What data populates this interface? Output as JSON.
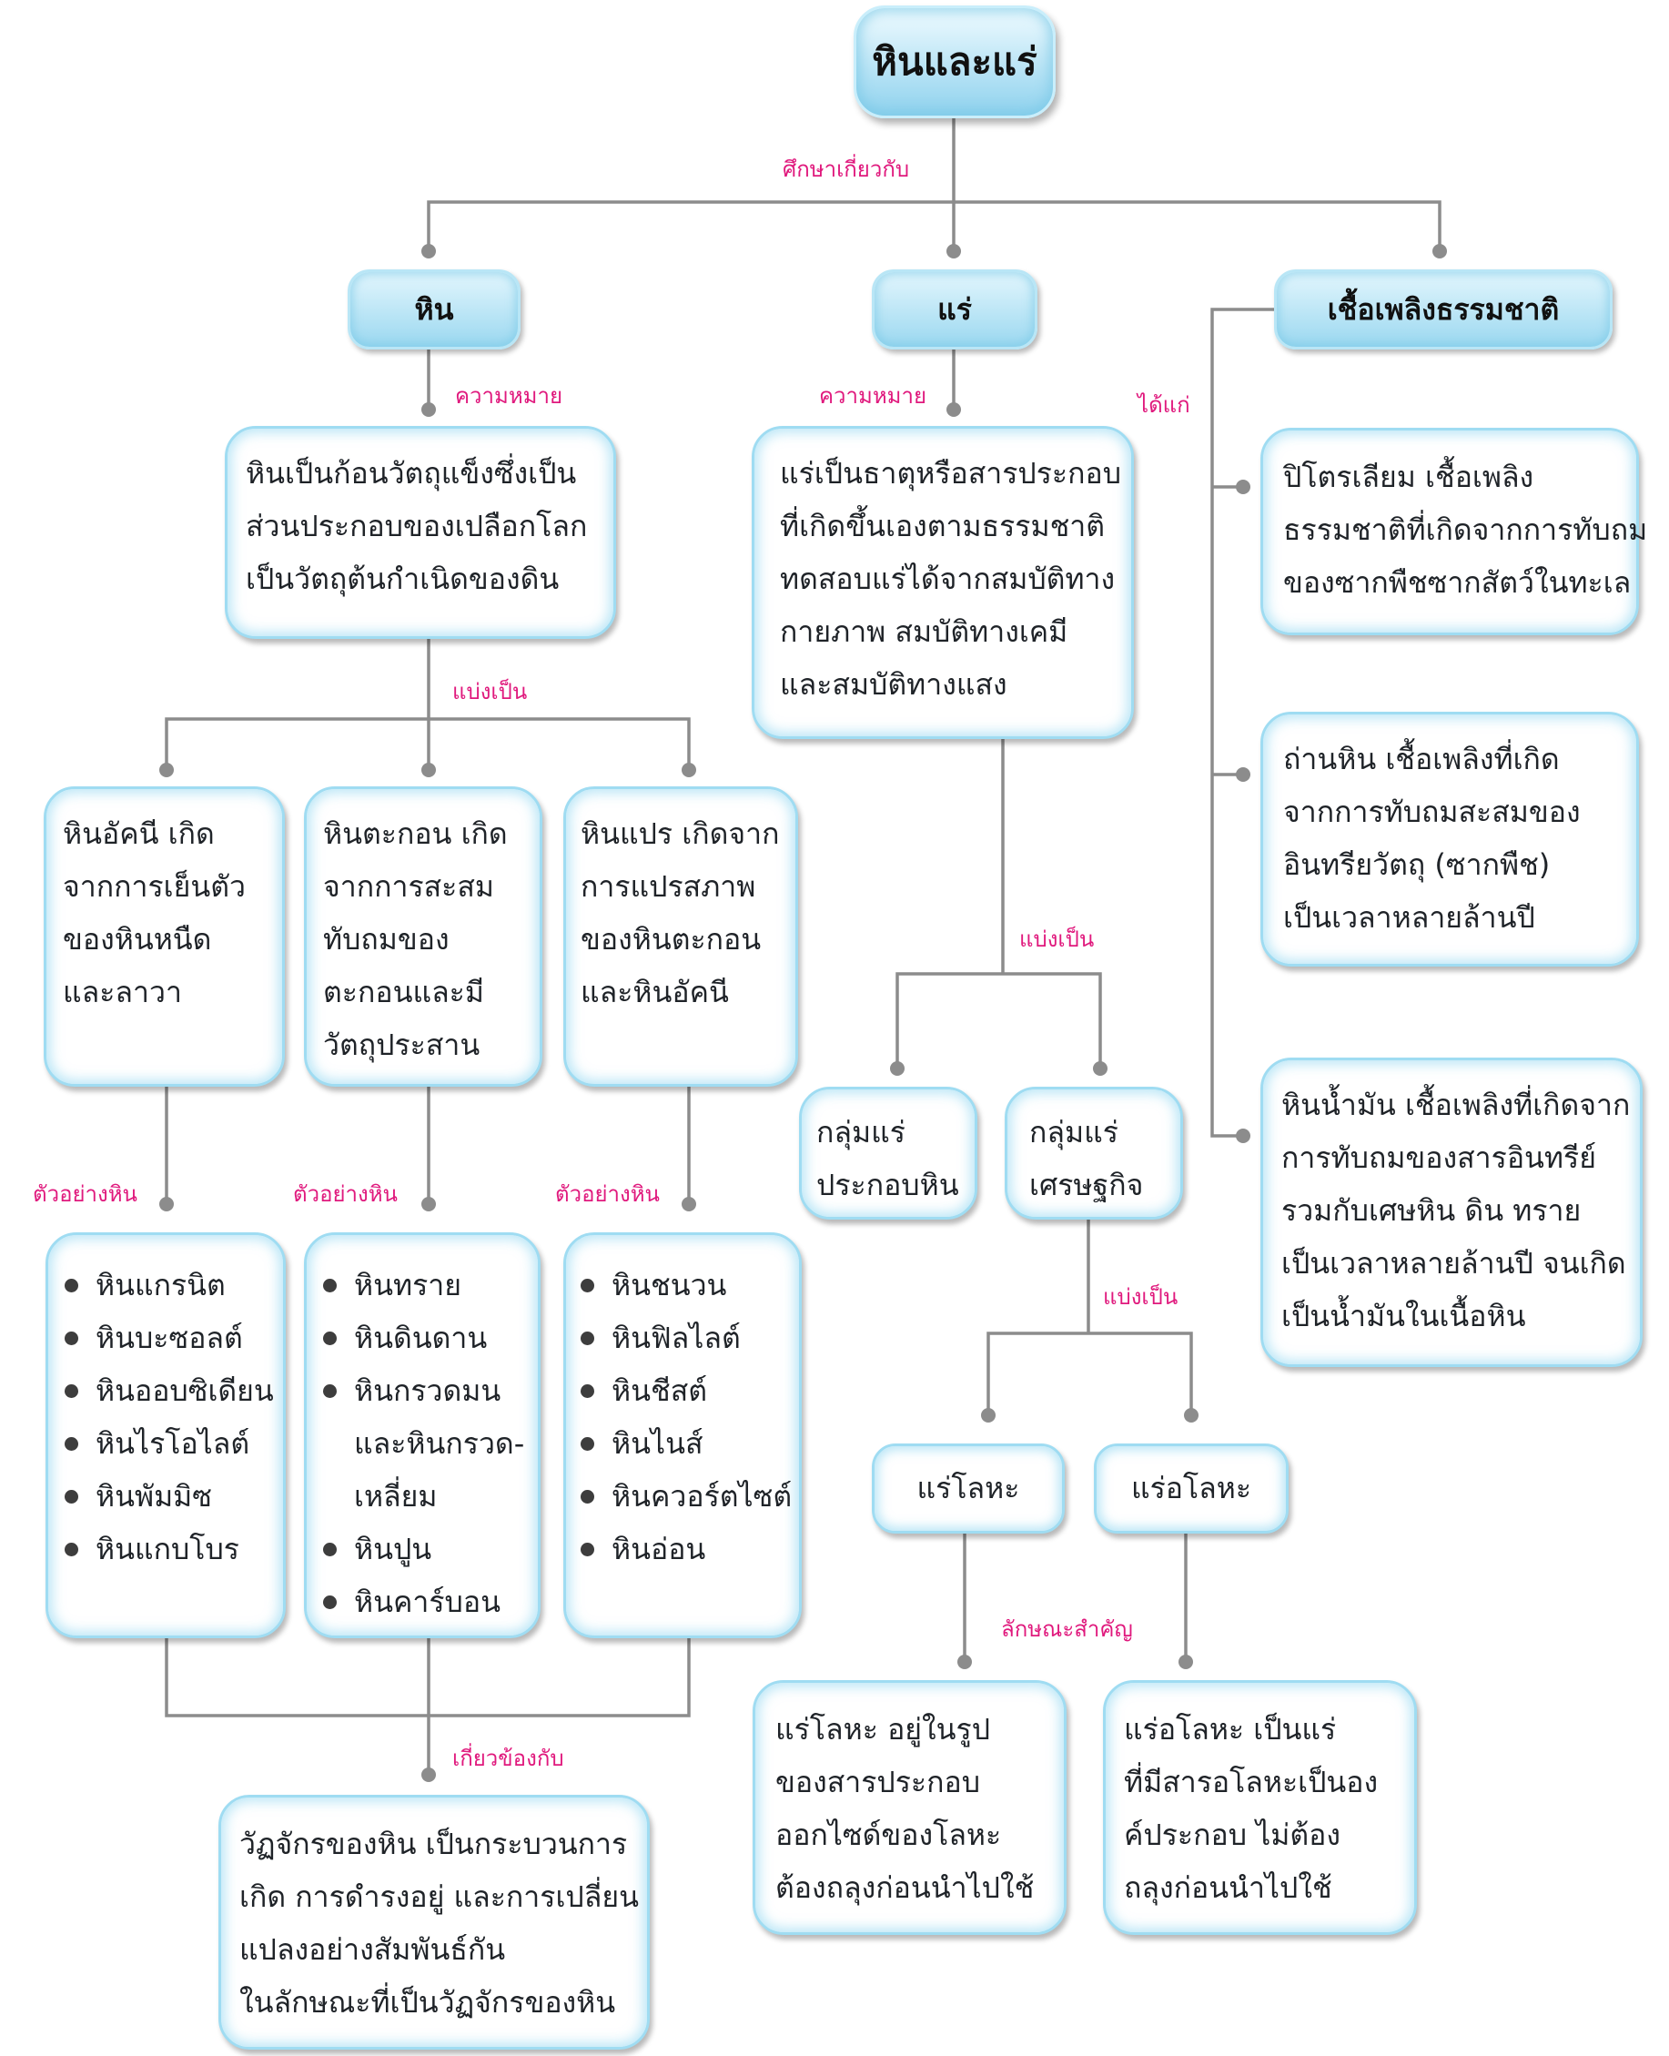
{
  "root": "หินและแร่",
  "labels": {
    "study": "ศึกษาเกี่ยวกับ",
    "rock_meaning": "ความหมาย",
    "mineral_meaning": "ความหมาย",
    "fuel_includes": "ได้แก่",
    "rock_divide": "แบ่งเป็น",
    "mineral_divide": "แบ่งเป็น",
    "econ_divide": "แบ่งเป็น",
    "ex_igneous": "ตัวอย่างหิน",
    "ex_sedimentary": "ตัวอย่างหิน",
    "ex_metamorphic": "ตัวอย่างหิน",
    "related": "เกี่ยวข้องกับ",
    "characteristic": "ลักษณะสำคัญ"
  },
  "categories": {
    "rock": "หิน",
    "mineral": "แร่",
    "fuel": "เชื้อเพลิงธรรมชาติ"
  },
  "rock_def": [
    "หินเป็นก้อนวัตถุแข็งซึ่งเป็น",
    "ส่วนประกอบของเปลือกโลก",
    "เป็นวัตถุต้นกำเนิดของดิน"
  ],
  "mineral_def": [
    "แร่เป็นธาตุหรือสารประกอบ",
    "ที่เกิดขึ้นเองตามธรรมชาติ",
    "ทดสอบแร่ได้จากสมบัติทาง",
    "กายภาพ สมบัติทางเคมี",
    "และสมบัติทางแสง"
  ],
  "rock_types": {
    "igneous": [
      "หินอัคนี เกิด",
      "จากการเย็นตัว",
      "ของหินหนืด",
      "และลาวา"
    ],
    "sedimentary": [
      "หินตะกอน เกิด",
      "จากการสะสม",
      "ทับถมของ",
      "ตะกอนและมี",
      "วัตถุประสาน"
    ],
    "metamorphic": [
      "หินแปร เกิดจาก",
      "การแปรสภาพ",
      "ของหินตะกอน",
      "และหินอัคนี"
    ]
  },
  "examples": {
    "igneous": [
      "หินแกรนิต",
      "หินบะซอลต์",
      "หินออบซิเดียน",
      "หินไรโอไลต์",
      "หินพัมมิซ",
      "หินแกบโบร"
    ],
    "sedimentary": [
      "หินทราย",
      "หินดินดาน",
      "หินกรวดมน",
      "และหินกรวด-",
      "เหลี่ยม",
      "หินปูน",
      "หินคาร์บอน"
    ],
    "metamorphic": [
      "หินชนวน",
      "หินฟิลไลต์",
      "หินชีสต์",
      "หินไนส์",
      "หินควอร์ตไซต์",
      "หินอ่อน"
    ]
  },
  "rock_cycle": [
    "วัฏจักรของหิน เป็นกระบวนการ",
    "เกิด การดำรงอยู่ และการเปลี่ยน",
    "แปลงอย่างสัมพันธ์กัน",
    "ในลักษณะที่เป็นวัฏจักรของหิน"
  ],
  "mineral_groups": {
    "rock_forming": [
      "กลุ่มแร่",
      "ประกอบหิน"
    ],
    "economic": [
      "กลุ่มแร่",
      "เศรษฐกิจ"
    ]
  },
  "ore_types": {
    "metallic": "แร่โลหะ",
    "nonmetallic": "แร่อโลหะ"
  },
  "ore_desc": {
    "metallic": [
      "แร่โลหะ อยู่ในรูป",
      "ของสารประกอบ",
      "ออกไซด์ของโลหะ",
      "ต้องถลุงก่อนนำไปใช้"
    ],
    "nonmetallic": [
      "แร่อโลหะ เป็นแร่",
      "ที่มีสารอโลหะเป็นอง",
      "ค์ประกอบ ไม่ต้อง",
      "ถลุงก่อนนำไปใช้"
    ]
  },
  "fuels": {
    "petroleum": [
      "ปิโตรเลียม เชื้อเพลิง",
      "ธรรมชาติที่เกิดจากการทับถม",
      "ของซากพืชซากสัตว์ในทะเล"
    ],
    "coal": [
      "ถ่านหิน เชื้อเพลิงที่เกิด",
      "จากการทับถมสะสมของ",
      "อินทรียวัตถุ (ซากพืช)",
      "เป็นเวลาหลายล้านปี"
    ],
    "oil_shale": [
      "หินน้ำมัน เชื้อเพลิงที่เกิดจาก",
      "การทับถมของสารอินทรีย์",
      "รวมกับเศษหิน ดิน ทราย",
      "เป็นเวลาหลายล้านปี จนเกิด",
      "เป็นน้ำมันในเนื้อหิน"
    ]
  },
  "colors": {
    "connector": "#8c8c8c",
    "label": "#e0197d",
    "box_border": "#9fdcf2"
  }
}
